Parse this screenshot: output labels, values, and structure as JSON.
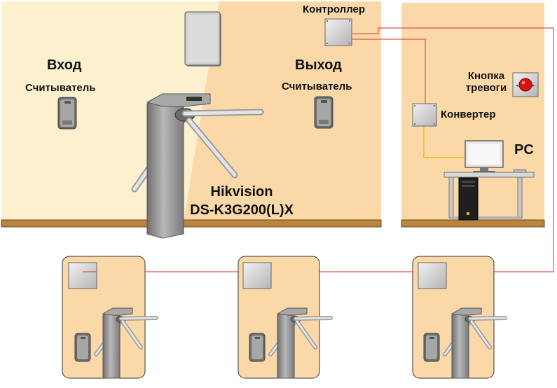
{
  "labels": {
    "entry": "Вход",
    "exit": "Выход",
    "reader_entry": "Считыватель",
    "reader_exit": "Считыватель",
    "controller": "Контроллер",
    "alarm_button_line1": "Кнопка",
    "alarm_button_line2": "тревоги",
    "converter": "Конвертер",
    "pc": "PC",
    "model_line1": "Hikvision",
    "model_line2": "DS-K3G200(L)X"
  },
  "colors": {
    "room_fill": "#fad8a8",
    "room_light": "#fdf0cf",
    "floor": "#b8843e",
    "wire_red": "#e05050",
    "wire_yellow": "#f0c000",
    "alarm_red": "#e01010"
  }
}
